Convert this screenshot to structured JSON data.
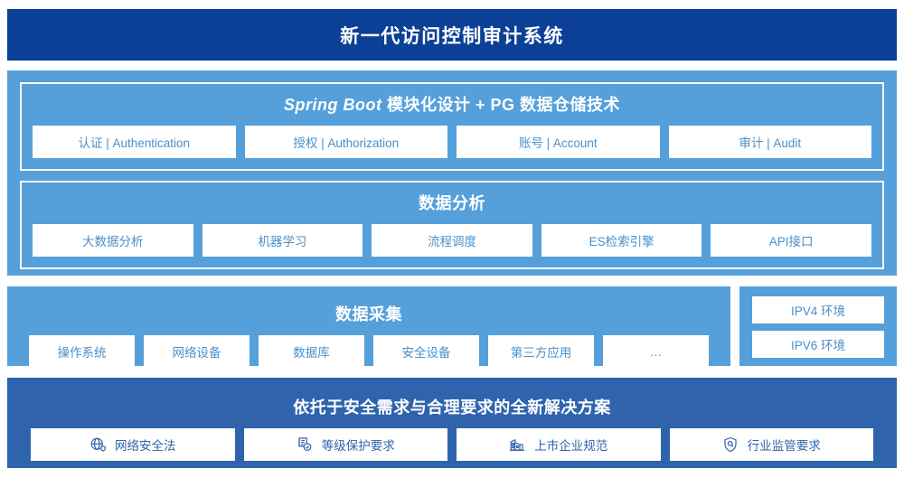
{
  "header": {
    "title": "新一代访问控制审计系统",
    "bg_color": "#0b4096"
  },
  "theme": {
    "light_blue": "#55a0da",
    "medium_blue": "#2f64ad",
    "chip_bg": "#ffffff",
    "chip_text": "#4a90c9",
    "chip_text_dark": "#2f64ad"
  },
  "architecture": {
    "springboot": {
      "title_prefix": "Spring Boot",
      "title_suffix": " 模块化设计 + PG 数据仓储技术",
      "items": [
        {
          "label": "认证 | Authentication"
        },
        {
          "label": "授权 | Authorization"
        },
        {
          "label": "账号 | Account"
        },
        {
          "label": "审计 | Audit"
        }
      ]
    },
    "analysis": {
      "title": "数据分析",
      "items": [
        {
          "label": "大数据分析"
        },
        {
          "label": "机器学习"
        },
        {
          "label": "流程调度"
        },
        {
          "label": "ES检索引擎"
        },
        {
          "label": "API接口"
        }
      ]
    },
    "collection": {
      "title": "数据采集",
      "items": [
        {
          "label": "操作系统"
        },
        {
          "label": "网络设备"
        },
        {
          "label": "数据库"
        },
        {
          "label": "安全设备"
        },
        {
          "label": "第三方应用"
        },
        {
          "label": "…"
        }
      ]
    },
    "environment": {
      "items": [
        {
          "label": "IPV4 环境"
        },
        {
          "label": "IPV6 环境"
        }
      ]
    },
    "solution": {
      "title": "依托于安全需求与合理要求的全新解决方案",
      "items": [
        {
          "label": "网络安全法",
          "icon": "globe-shield-icon"
        },
        {
          "label": "等级保护要求",
          "icon": "document-check-icon"
        },
        {
          "label": "上市企业规范",
          "icon": "building-icon"
        },
        {
          "label": "行业监管要求",
          "icon": "shield-search-icon"
        }
      ]
    }
  }
}
